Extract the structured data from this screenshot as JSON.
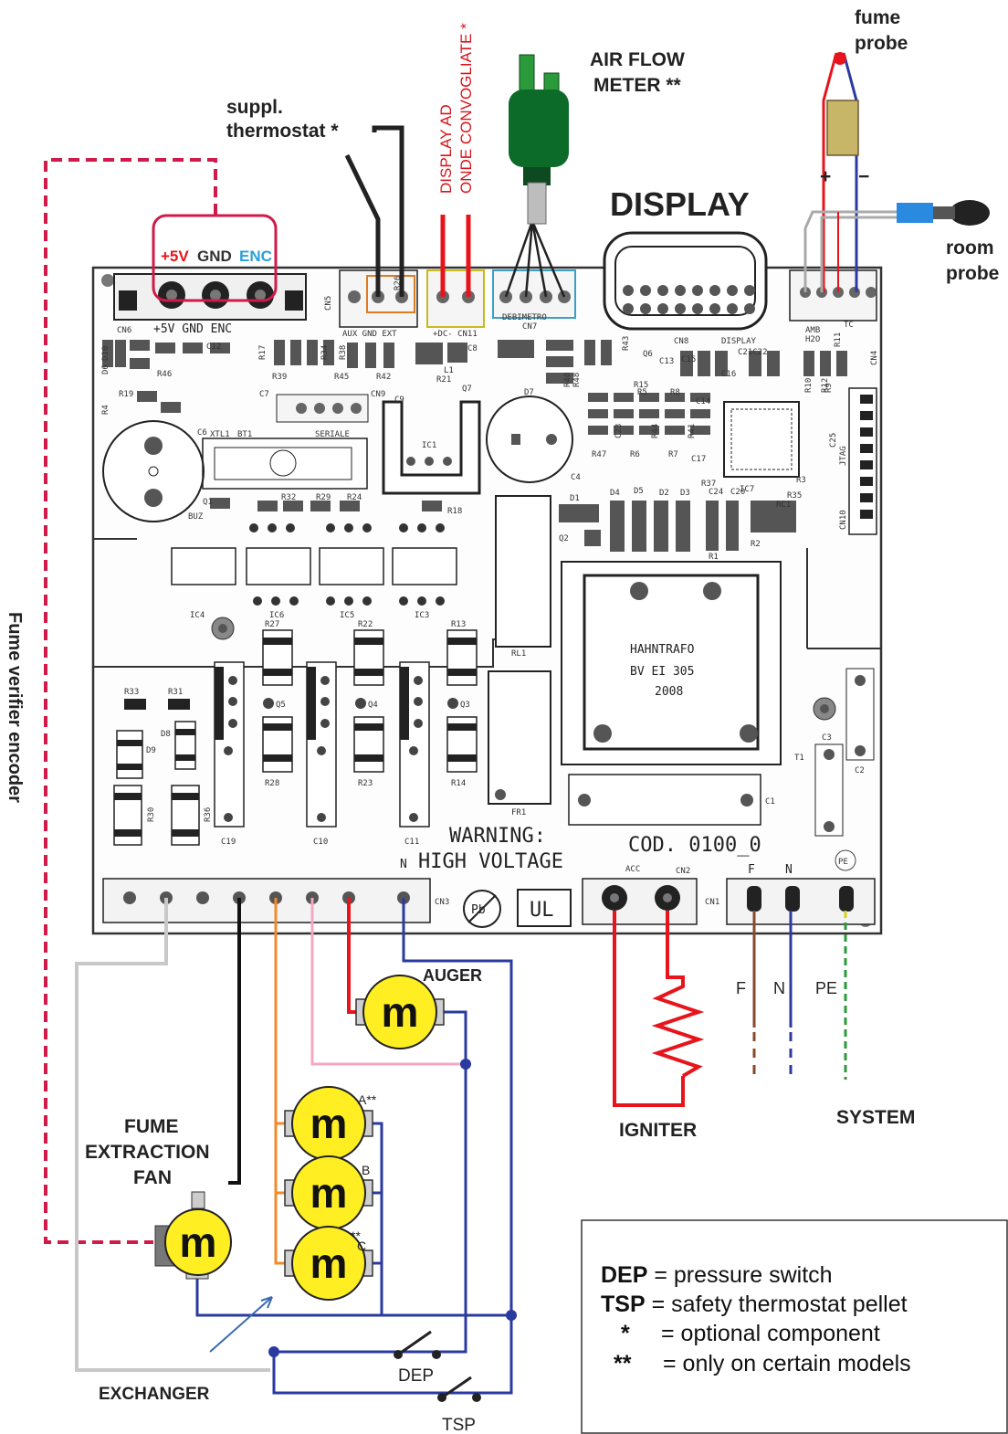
{
  "labels": {
    "fume_probe_1": "fume",
    "fume_probe_2": "probe",
    "air_flow_1": "AIR FLOW",
    "air_flow_2": "METER **",
    "suppl_1": "suppl.",
    "suppl_2": "thermostat *",
    "display_ad": "DISPLAY AD",
    "onde": "ONDE CONVOGLIATE *",
    "display": "DISPLAY",
    "room_1": "room",
    "room_2": "probe",
    "fume_verifier": "Fume verifier encoder",
    "plus5v": "+5V",
    "gnd": "GND",
    "enc": "ENC",
    "auger": "AUGER",
    "igniter": "IGNITER",
    "system": "SYSTEM",
    "fume_fan_1": "FUME",
    "fume_fan_2": "EXTRACTION",
    "fume_fan_3": "FAN",
    "exchanger": "EXCHANGER",
    "dep": "DEP",
    "tsp": "TSP",
    "motor_a": "A**",
    "motor_b": "B",
    "motor_c": "C",
    "motor_c_stars": "**",
    "motor_letter": "m",
    "f": "F",
    "n": "N",
    "pe": "PE",
    "plus": "+",
    "minus": "−"
  },
  "board": {
    "warning_1": "WARNING:",
    "warning_2": "HIGH  VOLTAGE",
    "cod": "COD. 0100_0",
    "trafo_1": "HAHNTRAFO",
    "trafo_2": "BV EI 305",
    "trafo_3": "2008",
    "acc": "ACC",
    "cn2": "CN2",
    "cn1": "CN1",
    "cn3": "CN3",
    "f": "F",
    "n": "N",
    "n_left": "N",
    "pe": "PE",
    "ul": "UL",
    "pb": "Pb",
    "cn6_label": "CN6",
    "cn6_row": "+5V GND ENC",
    "cn5": "CN5",
    "cn5_row": "AUX GND EXT",
    "cn11": "+DC- CN11",
    "debimetro": "DEBIMETRO",
    "cn7": "CN7",
    "cn8": "CN8",
    "display_small": "DISPLAY",
    "seriale": "SERIALE",
    "cn9": "CN9",
    "jtag": "JTAG",
    "cn10": "CN10",
    "cn4": "CN4",
    "amb": "AMB",
    "h2o": "H2O",
    "tc": "TC",
    "fr1": "FR1",
    "rl1": "RL1",
    "t1": "T1",
    "c1": "C1",
    "c2": "C2",
    "c3": "C3",
    "c4": "C4",
    "ic1": "IC1",
    "ic3": "IC3",
    "ic4": "IC4",
    "ic5": "IC5",
    "ic6": "IC6",
    "ic7": "IC7",
    "q3": "Q3",
    "q4": "Q4",
    "q5": "Q5",
    "c10": "C10",
    "c11": "C11",
    "c19": "C19",
    "r13": "R13",
    "r14": "R14",
    "r22": "R22",
    "r23": "R23",
    "r27": "R27",
    "r28": "R28",
    "r31": "R31",
    "r33": "R33",
    "r30": "R30",
    "r36": "R36",
    "d8": "D8",
    "d9": "D9",
    "buz": "BUZ",
    "bt1": "BT1",
    "xtl1": "XTL1",
    "d7": "D7",
    "rc1": "RC1",
    "r35": "R35",
    "c24": "C24",
    "c20": "C20",
    "r37": "R37",
    "r1": "R1",
    "r2": "R2",
    "c17": "C17",
    "c25": "C25",
    "r3": "R3",
    "r4": "R4",
    "r46": "R46",
    "r19": "R19",
    "c12": "C12",
    "c7": "C7",
    "c9": "C9",
    "c8": "C8",
    "c6": "C6",
    "c13": "C13",
    "c14": "C14",
    "c15": "C15",
    "c16": "C16",
    "c21c22": "C21C22",
    "q1": "Q1",
    "q2": "Q2",
    "q6": "Q6",
    "q7": "Q7",
    "d1": "D1",
    "d2": "D2",
    "d3": "D3",
    "d4": "D4",
    "d5": "D5",
    "d6": "D6",
    "d10": "D10",
    "r5": "R5",
    "r6": "R6",
    "r7": "R7",
    "r8": "R8",
    "r9": "R9",
    "r10": "R10",
    "r11": "R11",
    "r12": "R12",
    "r15": "R15",
    "r17": "R17",
    "r18": "R18",
    "r21": "R21",
    "r24": "R24",
    "r26": "R26",
    "r29": "R29",
    "r32": "R32",
    "r34": "R34",
    "r38": "R38",
    "r39": "R39",
    "r40": "R40",
    "r41": "R41",
    "r42": "R42",
    "r43": "R43",
    "r44": "R44",
    "r45": "R45",
    "r47": "R47",
    "r48": "R48",
    "l1": "L1",
    "c23": "C23"
  },
  "legend": {
    "dep_key": "DEP",
    "dep_text": " = pressure switch",
    "tsp_key": "TSP",
    "tsp_text": " = safety thermostat pellet",
    "opt_key": "*",
    "opt_text": "= optional component",
    "only_key": "**",
    "only_text": "= only on certain models"
  },
  "colors": {
    "red_wire": "#e8141b",
    "dashed_red": "#d01a4a",
    "blue_wire": "#2a3aa0",
    "orange_wire": "#f08a2a",
    "pink_wire": "#f4a7c4",
    "grey_wire": "#c8c8c8",
    "brown_wire": "#8a4a2a",
    "motor_yellow": "#ffee22",
    "meter_green": "#0d6b2a",
    "pe_yellow": "#d6d21a",
    "pe_green": "#2a9a3a",
    "probe_blue": "#2a8ae0",
    "probe_tan": "#c8b668"
  }
}
